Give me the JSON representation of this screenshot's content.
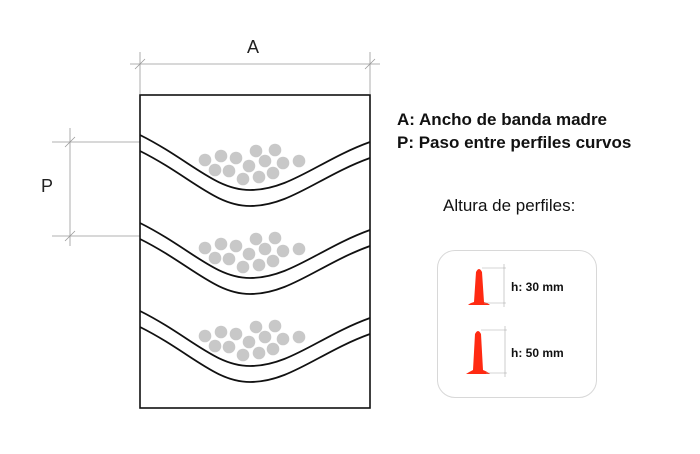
{
  "dimensions": {
    "a_label": "A",
    "p_label": "P"
  },
  "legend": {
    "a": "A: Ancho de banda madre",
    "p": "P: Paso entre perfiles curvos"
  },
  "profiles": {
    "title": "Altura de perfiles:",
    "items": [
      {
        "label": "h: 30 mm",
        "height_mm": 30
      },
      {
        "label": "h: 50 mm",
        "height_mm": 50
      }
    ]
  },
  "colors": {
    "profile": "#ff2a12",
    "material": "#c8c8c8",
    "line": "#111111"
  }
}
